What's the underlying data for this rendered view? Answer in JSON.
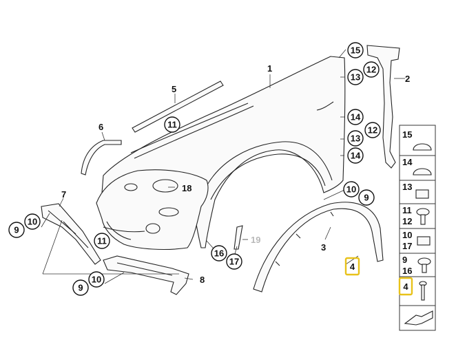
{
  "callouts": {
    "c1": "1",
    "c2": "2",
    "c3": "3",
    "c4a": "4",
    "c5": "5",
    "c6": "6",
    "c7": "7",
    "c8": "8",
    "c9a": "9",
    "c10a": "10",
    "c9b": "9",
    "c10b": "10",
    "c9c": "9",
    "c10c": "10",
    "c11a": "11",
    "c11b": "11",
    "c12a": "12",
    "c12b": "12",
    "c13a": "13",
    "c13b": "13",
    "c14a": "14",
    "c14b": "14",
    "c15": "15",
    "c16": "16",
    "c17": "17",
    "c18": "18",
    "c19": "19"
  },
  "legend": {
    "r1": [
      "15"
    ],
    "r2": [
      "14"
    ],
    "r3": [
      "13"
    ],
    "r4": [
      "11",
      "12"
    ],
    "r5": [
      "10",
      "17"
    ],
    "r6": [
      "9",
      "16"
    ],
    "r7": [
      "4"
    ]
  },
  "highlight_color": "#e8c21a"
}
